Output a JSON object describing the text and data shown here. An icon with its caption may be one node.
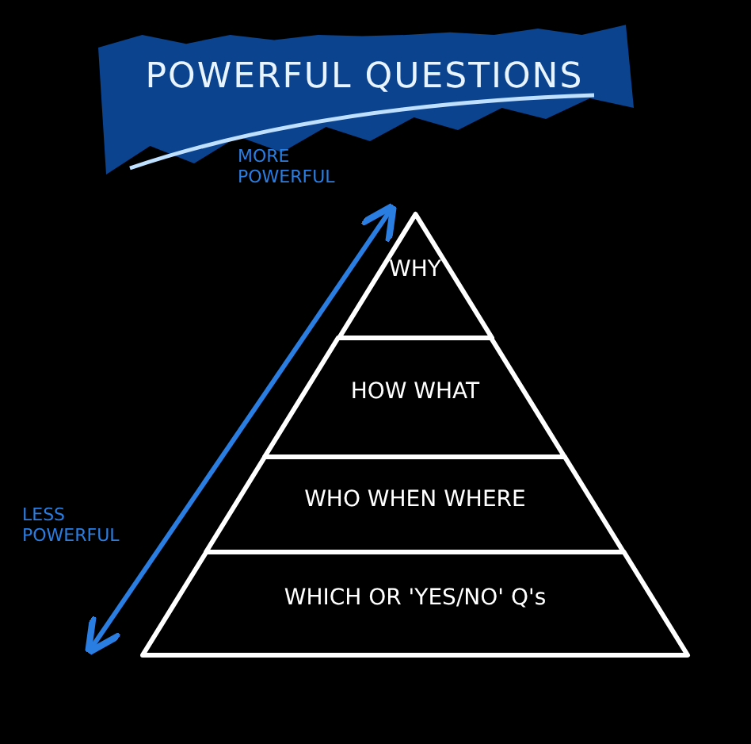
{
  "diagram": {
    "title": "POWERFUL QUESTIONS",
    "nodes": [
      {
        "text": [
          "WHY"
        ]
      },
      {
        "text": [
          "HOW WHAT"
        ]
      },
      {
        "text": [
          "WHO WHEN WHERE"
        ]
      },
      {
        "text": [
          "WHICH OR 'YES/NO' Q's"
        ]
      }
    ],
    "edges": [],
    "labels": [
      "MORE POWERFUL",
      "LESS POWERFUL"
    ]
  }
}
